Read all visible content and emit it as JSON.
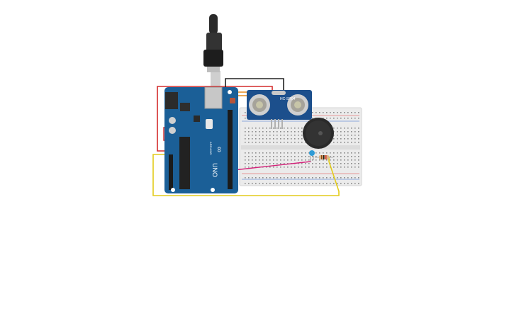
{
  "circuit": {
    "components": [
      {
        "id": "arduino",
        "name": "Arduino Uno R3",
        "labels": {
          "brand": "ARDUINO",
          "model": "UNO",
          "logo": "∞"
        }
      },
      {
        "id": "ultrasonic",
        "name": "Ultrasonic distance sensor",
        "labels": {
          "model": "HC-SR04"
        }
      },
      {
        "id": "breadboard",
        "name": "Breadboard"
      },
      {
        "id": "buzzer",
        "name": "Piezo buzzer"
      },
      {
        "id": "led",
        "name": "LED"
      },
      {
        "id": "resistor",
        "name": "Resistor"
      },
      {
        "id": "usb",
        "name": "USB cable"
      }
    ],
    "wires": [
      {
        "name": "red",
        "color": "#d42b2b"
      },
      {
        "name": "black",
        "color": "#222222"
      },
      {
        "name": "orange",
        "color": "#e58a1f"
      },
      {
        "name": "yellow",
        "color": "#e3cc1b"
      },
      {
        "name": "magenta",
        "color": "#d4237a"
      }
    ],
    "colors": {
      "board": "#1b5f97",
      "sensor": "#1c4f8c",
      "breadboard": "#ebebeb"
    }
  }
}
